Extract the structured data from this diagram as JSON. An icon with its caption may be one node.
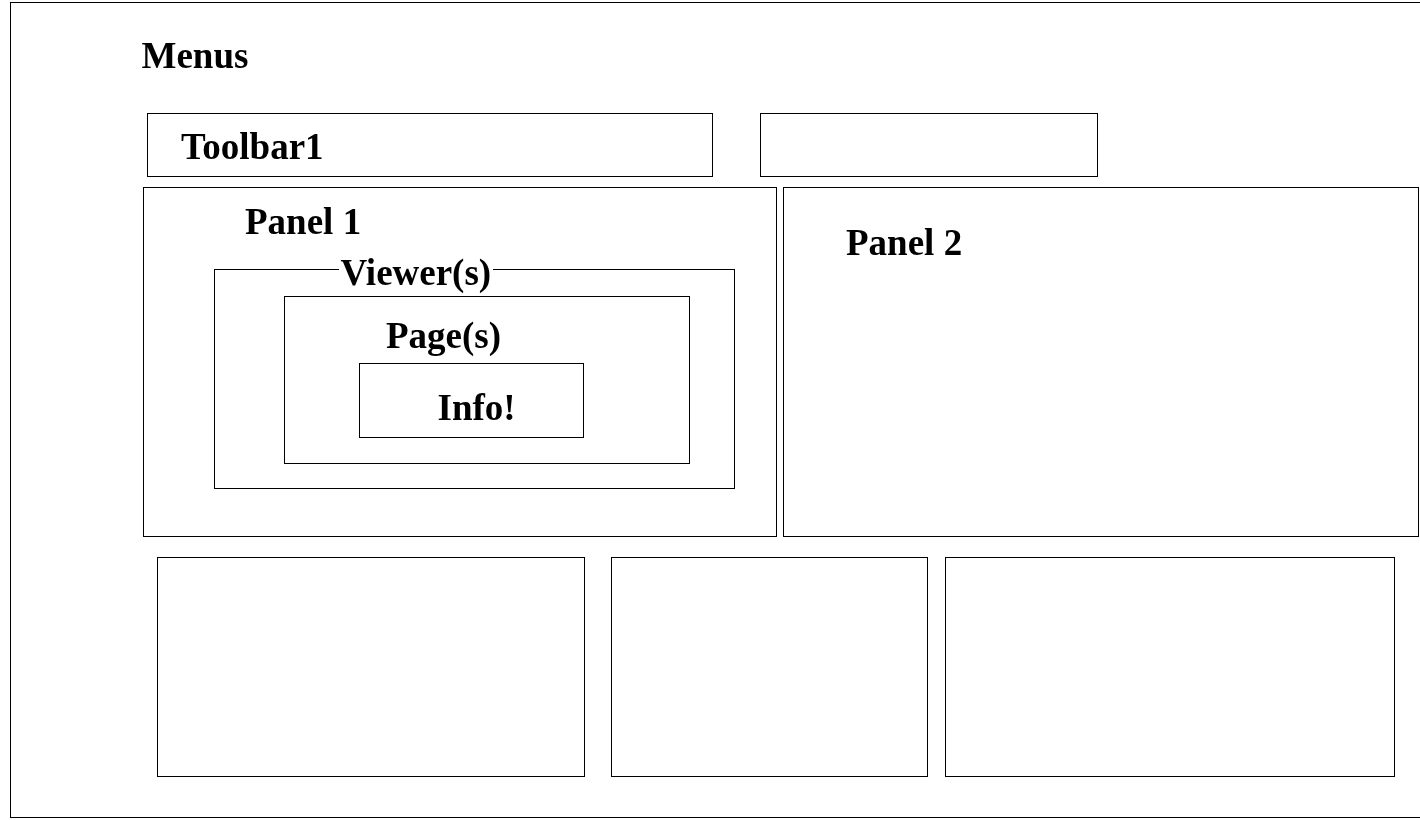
{
  "diagram": {
    "nodes": [
      {
        "text": [
          "Menus"
        ]
      },
      {
        "text": [
          "Toolbar1"
        ],
        "in": 0
      },
      {
        "text": [],
        "shape": "box",
        "in": 0
      },
      {
        "text": [
          "Panel 1"
        ],
        "in": 0
      },
      {
        "text": [
          "Viewer(s)"
        ],
        "in": 3
      },
      {
        "text": [
          "Page(s)"
        ],
        "in": 4
      },
      {
        "text": [
          "Info!"
        ],
        "in": 5
      },
      {
        "text": [
          "Panel 2"
        ],
        "in": 0
      },
      {
        "text": [],
        "shape": "box",
        "in": 0
      },
      {
        "text": [],
        "shape": "box",
        "in": 0
      },
      {
        "text": [],
        "shape": "box",
        "in": 0
      }
    ]
  }
}
